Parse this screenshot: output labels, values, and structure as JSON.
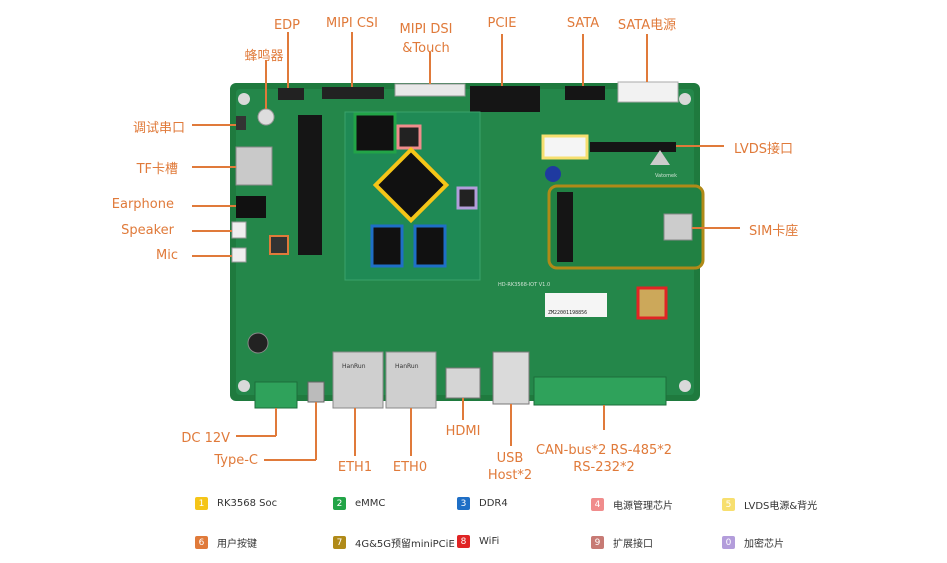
{
  "labels": {
    "edp": "EDP",
    "mipi_csi": "MIPI CSI",
    "mipi_dsi": "MIPI DSI\n&Touch",
    "pcie": "PCIE",
    "sata": "SATA",
    "sata_power": "SATA电源",
    "buzzer": "蜂鸣器",
    "debug_uart": "调试串口",
    "tf_slot": "TF卡槽",
    "earphone": "Earphone",
    "speaker": "Speaker",
    "mic": "Mic",
    "lvds": "LVDS接口",
    "sim": "SIM卡座",
    "dc12v": "DC 12V",
    "typec": "Type-C",
    "eth1": "ETH1",
    "eth0": "ETH0",
    "hdmi": "HDMI",
    "usb": "USB\nHost*2",
    "can": "CAN-bus*2 RS-485*2\nRS-232*2"
  },
  "board": {
    "model_text": "HD-RK3568-IOT V1.0",
    "serial": "ZM22001198856",
    "brand": "Vatomek",
    "eth_brand": "HanRun"
  },
  "legend": [
    {
      "num": "1",
      "text": "RK3568 Soc",
      "color": "#f5c518"
    },
    {
      "num": "2",
      "text": "eMMC",
      "color": "#22a447"
    },
    {
      "num": "3",
      "text": "DDR4",
      "color": "#1f6fc6"
    },
    {
      "num": "4",
      "text": "电源管理芯片",
      "color": "#f08c8c"
    },
    {
      "num": "5",
      "text": "LVDS电源&背光",
      "color": "#f7df6f"
    },
    {
      "num": "6",
      "text": "用户按键",
      "color": "#e07a3a"
    },
    {
      "num": "7",
      "text": "4G&5G预留miniPCiE",
      "color": "#b08a18"
    },
    {
      "num": "8",
      "text": "WiFi",
      "color": "#e02424"
    },
    {
      "num": "9",
      "text": "扩展接口",
      "color": "#c77a74"
    },
    {
      "num": "0",
      "text": "加密芯片",
      "color": "#b39ddb"
    }
  ]
}
